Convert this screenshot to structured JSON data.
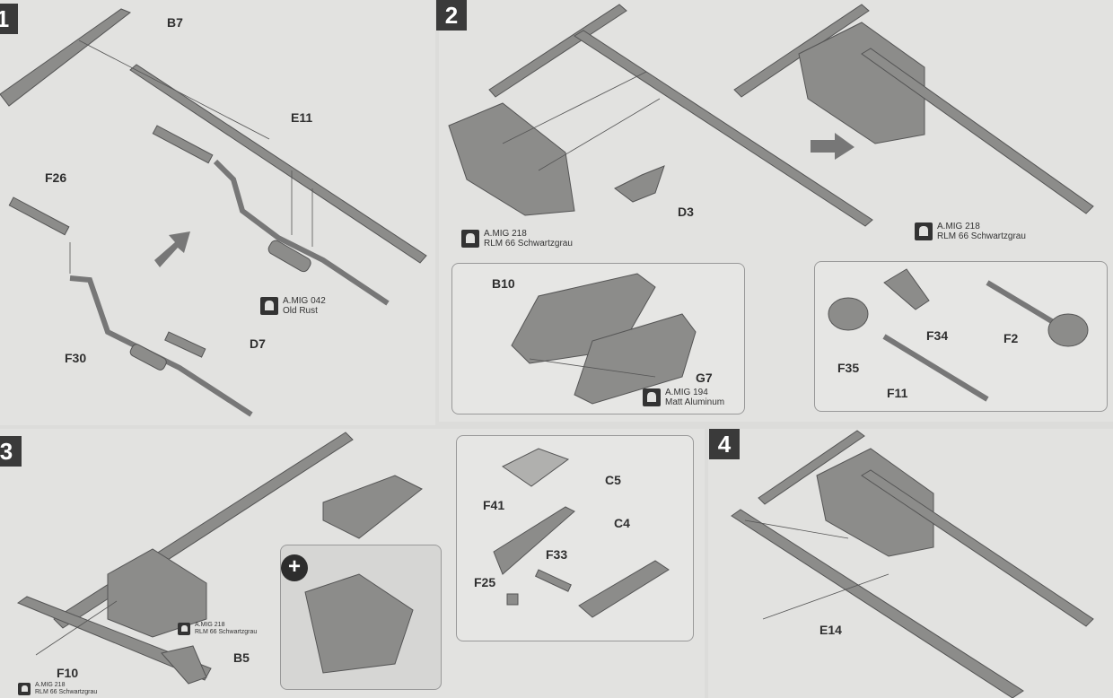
{
  "steps": [
    {
      "number": "1",
      "labels": [
        "B7",
        "E11",
        "F26",
        "F30",
        "D7"
      ],
      "paint": {
        "code": "A.MIG 042",
        "name": "Old Rust"
      }
    },
    {
      "number": "2",
      "labels": [
        "D3",
        "B10",
        "G7",
        "F34",
        "F2",
        "F35",
        "F11"
      ],
      "paints": [
        {
          "code": "A.MIG 218",
          "name": "RLM 66 Schwartzgrau"
        },
        {
          "code": "A.MIG 194",
          "name": "Matt Aluminum"
        },
        {
          "code": "A.MIG 218",
          "name": "RLM 66 Schwartzgrau"
        }
      ]
    },
    {
      "number": "3",
      "labels": [
        "F41",
        "C5",
        "C4",
        "F33",
        "F25",
        "F10",
        "B5"
      ],
      "paints": [
        {
          "code": "A.MIG 218",
          "name": "RLM 66 Schwartzgrau"
        },
        {
          "code": "A.MIG 218",
          "name": "RLM 66 Schwartzgrau"
        }
      ],
      "magnify_symbol": "+"
    },
    {
      "number": "4",
      "labels": [
        "E14"
      ]
    }
  ],
  "colors": {
    "paper": "#e2e2e0",
    "part": "#8a8a88",
    "step_box": "#3a3a3a"
  }
}
